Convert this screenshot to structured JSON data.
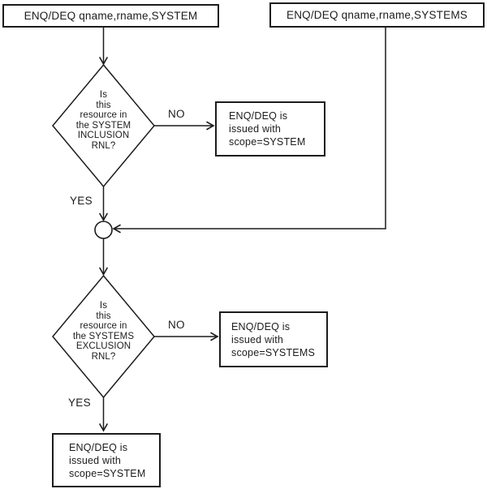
{
  "nodes": {
    "start_left": {
      "label": "ENQ/DEQ qname,rname,SYSTEM"
    },
    "start_right": {
      "label": "ENQ/DEQ qname,rname,SYSTEMS"
    },
    "decision_inclusion": {
      "label": "Is\nthis\nresource in\nthe SYSTEM\nINCLUSION\nRNL?"
    },
    "result_inclusion_no": {
      "label": "ENQ/DEQ is\nissued with\nscope=SYSTEM"
    },
    "decision_exclusion": {
      "label": "Is\nthis\nresource in\nthe SYSTEMS\nEXCLUSION\nRNL?"
    },
    "result_exclusion_no": {
      "label": "ENQ/DEQ is\nissued with\nscope=SYSTEMS"
    },
    "result_exclusion_yes": {
      "label": "ENQ/DEQ is\nissued with\nscope=SYSTEM"
    }
  },
  "edges": {
    "decision_inclusion_no": "NO",
    "decision_inclusion_yes": "YES",
    "decision_exclusion_no": "NO",
    "decision_exclusion_yes": "YES"
  },
  "colors": {
    "line": "#1c1c1c",
    "background": "#ffffff",
    "text": "#1c1c1c"
  }
}
